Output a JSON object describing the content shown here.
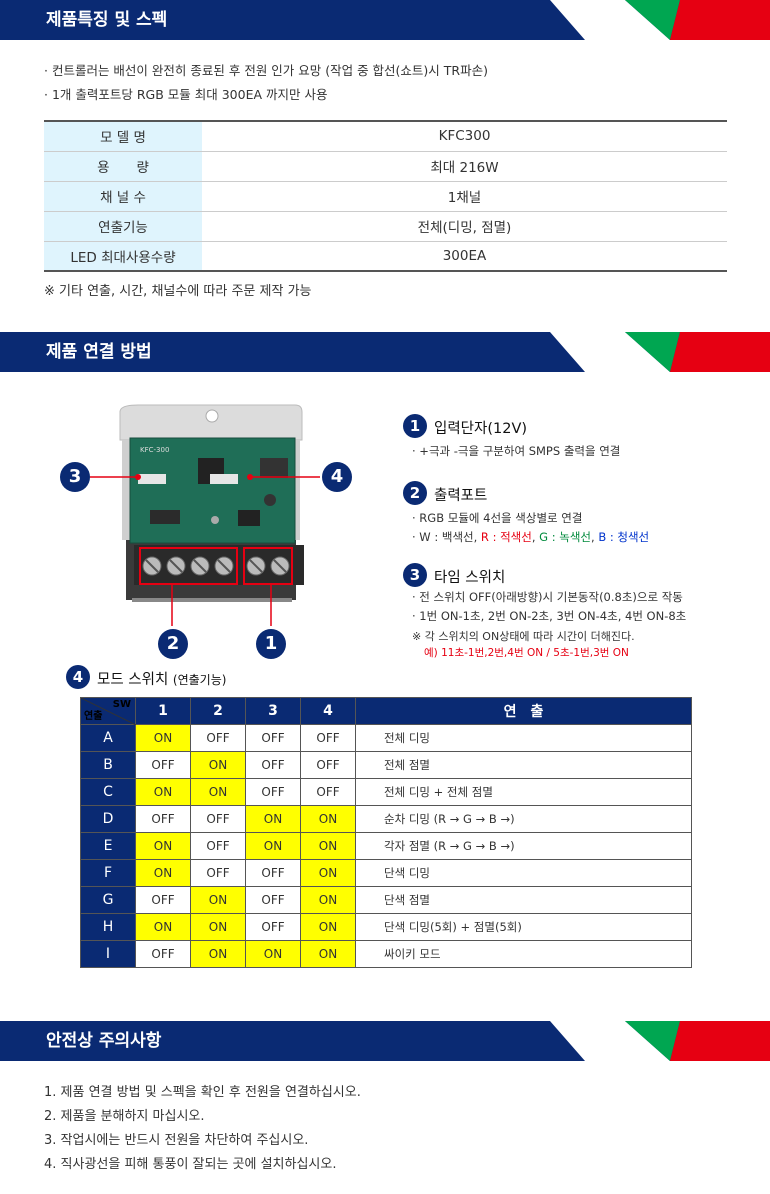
{
  "section1": {
    "title": "제품특징 및 스펙",
    "bullets": [
      "· 컨트롤러는 배선이 완전히 종료된 후 전원 인가 요망 (작업 중 합선(쇼트)시 TR파손)",
      "· 1개 출력포트당 RGB 모듈 최대 300EA 까지만 사용"
    ],
    "spec_rows": [
      {
        "key": "모 델 명",
        "value": "KFC300"
      },
      {
        "key": "용　　량",
        "value": "최대 216W"
      },
      {
        "key": "채 널 수",
        "value": "1채널"
      },
      {
        "key": "연출기능",
        "value": "전체(디밍, 점멸)"
      },
      {
        "key": "LED 최대사용수량",
        "value": "300EA"
      }
    ],
    "note": "※ 기타 연출, 시간, 채널수에 따라 주문 제작 가능"
  },
  "section2": {
    "title": "제품 연결 방법",
    "board_label": "KFC-300",
    "callouts": [
      "1",
      "2",
      "3",
      "4"
    ],
    "items": [
      {
        "num": "1",
        "title": "입력단자(12V)",
        "lines": [
          "· +극과 -극을 구분하여 SMPS 출력을 연결"
        ]
      },
      {
        "num": "2",
        "title": "출력포트",
        "lines": [
          "· RGB 모듈에 4선을 색상별로 연결"
        ],
        "color_line": {
          "prefix": "· W : 백색선, ",
          "r": "R : 적색선",
          "sep1": ", ",
          "g": "G : 녹색선",
          "sep2": ", ",
          "b": "B : 청색선"
        }
      },
      {
        "num": "3",
        "title": "타임 스위치",
        "lines": [
          "· 전 스위치 OFF(아래방향)시 기본동작(0.8초)으로 작동",
          "· 1번 ON-1초, 2번 ON-2초, 3번 ON-4초, 4번 ON-8초",
          "※ 각 스위치의 ON상태에 따라 시간이 더해진다."
        ],
        "example": "예) 11초-1번,2번,4번 ON / 5초-1번,3번 ON"
      }
    ],
    "mode_switch": {
      "num": "4",
      "title": "모드 스위치",
      "subtitle": "(연출기능)",
      "corner_sw": "SW",
      "corner_row": "연출",
      "headers": [
        "1",
        "2",
        "3",
        "4"
      ],
      "desc_header": "연　출",
      "rows": [
        {
          "label": "A",
          "sw": [
            "ON",
            "OFF",
            "OFF",
            "OFF"
          ],
          "desc": "전체 디밍"
        },
        {
          "label": "B",
          "sw": [
            "OFF",
            "ON",
            "OFF",
            "OFF"
          ],
          "desc": "전체 점멸"
        },
        {
          "label": "C",
          "sw": [
            "ON",
            "ON",
            "OFF",
            "OFF"
          ],
          "desc": "전체 디밍 + 전체 점멸"
        },
        {
          "label": "D",
          "sw": [
            "OFF",
            "OFF",
            "ON",
            "ON"
          ],
          "desc": "순차 디밍 (R → G → B →)"
        },
        {
          "label": "E",
          "sw": [
            "ON",
            "OFF",
            "ON",
            "ON"
          ],
          "desc": "각자 점멸 (R → G → B →)"
        },
        {
          "label": "F",
          "sw": [
            "ON",
            "OFF",
            "OFF",
            "ON"
          ],
          "desc": "단색 디밍"
        },
        {
          "label": "G",
          "sw": [
            "OFF",
            "ON",
            "OFF",
            "ON"
          ],
          "desc": "단색 점멸"
        },
        {
          "label": "H",
          "sw": [
            "ON",
            "ON",
            "OFF",
            "ON"
          ],
          "desc": "단색 디밍(5회) + 점멸(5회)"
        },
        {
          "label": "I",
          "sw": [
            "OFF",
            "ON",
            "ON",
            "ON"
          ],
          "desc": "싸이키 모드"
        }
      ]
    }
  },
  "section3": {
    "title": "안전상 주의사항",
    "items": [
      "1. 제품 연결 방법 및 스펙을 확인 후 전원을 연결하십시오.",
      "2. 제품을 분해하지 마십시오.",
      "3. 작업시에는 반드시 전원을 차단하여 주십시오.",
      "4. 직사광선을 피해 통풍이 잘되는 곳에 설치하십시오."
    ]
  },
  "colors": {
    "navy": "#0a2a73",
    "highlight": "#ffff00",
    "accent_red": "#e60012",
    "accent_green": "#00a651"
  }
}
